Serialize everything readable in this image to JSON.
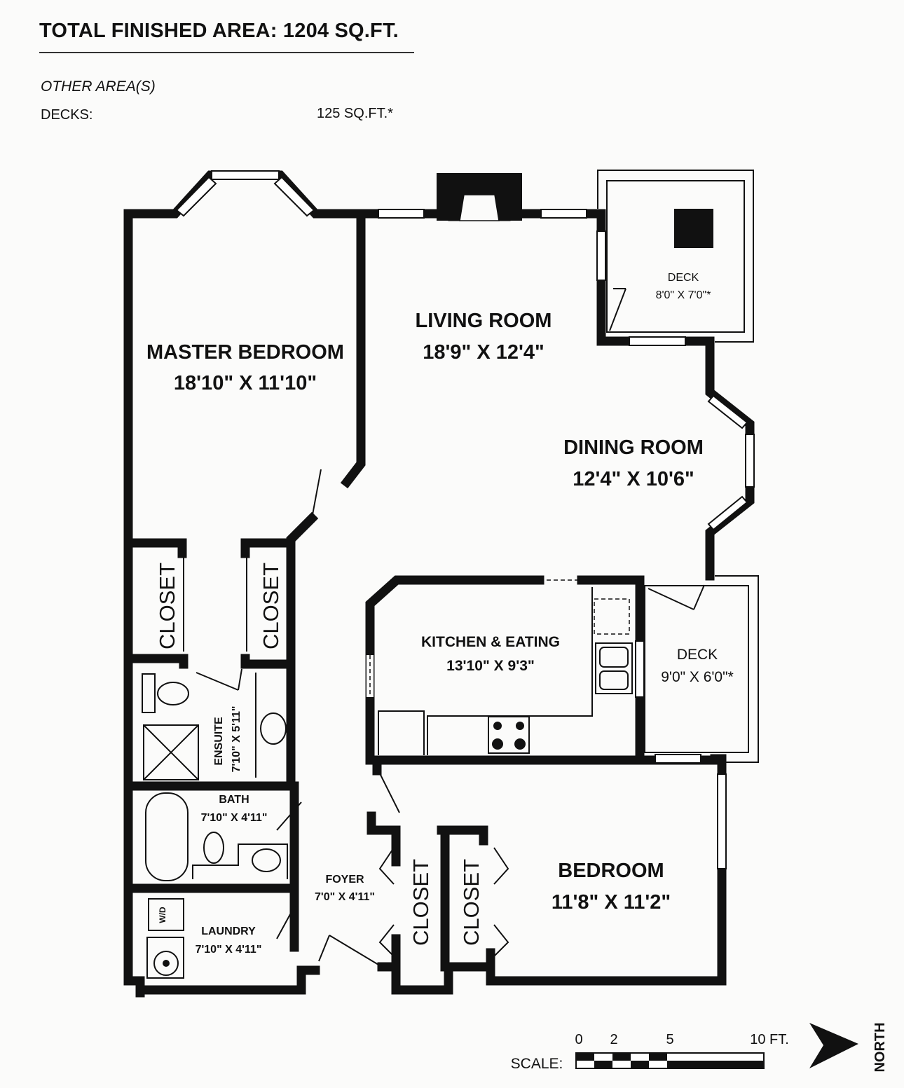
{
  "header": {
    "total_area": "TOTAL FINISHED AREA:  1204 SQ.FT.",
    "other_areas": "OTHER AREA(S)",
    "decks_label": "DECKS:",
    "decks_value": "125  SQ.FT.*"
  },
  "rooms": {
    "master_bedroom": {
      "name": "MASTER BEDROOM",
      "dims": "18'10\" X 11'10\""
    },
    "living_room": {
      "name": "LIVING ROOM",
      "dims": "18'9\" X 12'4\""
    },
    "dining_room": {
      "name": "DINING ROOM",
      "dims": "12'4\" X 10'6\""
    },
    "deck_top": {
      "name": "DECK",
      "dims": "8'0\" X 7'0\"*"
    },
    "deck_right": {
      "name": "DECK",
      "dims": "9'0\" X 6'0\"*"
    },
    "kitchen": {
      "name": "KITCHEN & EATING",
      "dims": "13'10\" X 9'3\""
    },
    "closet": "CLOSET",
    "ensuite": {
      "name": "ENSUITE",
      "dims": "7'10\" X 5'11\""
    },
    "bath": {
      "name": "BATH",
      "dims": "7'10\" X 4'11\""
    },
    "laundry": {
      "name": "LAUNDRY",
      "dims": "7'10\" X 4'11\""
    },
    "wd": "W/D",
    "foyer": {
      "name": "FOYER",
      "dims": "7'0\" X 4'11\""
    },
    "bedroom": {
      "name": "BEDROOM",
      "dims": "11'8\" X 11'2\""
    }
  },
  "scale": {
    "label": "SCALE:",
    "ticks": [
      "0",
      "2",
      "5",
      "10 FT."
    ],
    "north": "NORTH"
  }
}
